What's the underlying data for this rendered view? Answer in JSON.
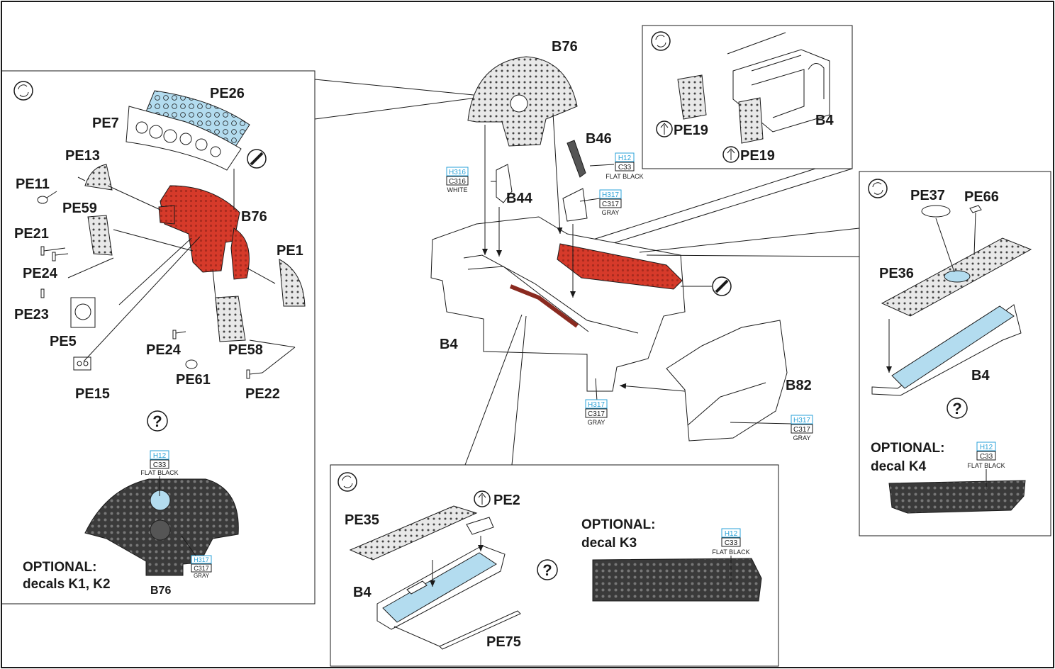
{
  "colors": {
    "red": "#d63a2a",
    "light_blue": "#b3dcef",
    "code_blue": "#2aa2d8",
    "gray_panel": "#3a3a3a",
    "gray_light": "#bdbdbd"
  },
  "icons": [
    "rotate-icon",
    "bend-up-icon",
    "question-icon",
    "glue-icon",
    "arrow-icon"
  ],
  "labels": {
    "b76_top": "B76",
    "b44": "B44",
    "b46": "B46",
    "b4_main": "B4",
    "b82": "B82",
    "pe26": "PE26",
    "pe7": "PE7",
    "pe13": "PE13",
    "pe11": "PE11",
    "pe59": "PE59",
    "pe21": "PE21",
    "b76_left": "B76",
    "pe1": "PE1",
    "pe24_a": "PE24",
    "pe23": "PE23",
    "pe5": "PE5",
    "pe24_b": "PE24",
    "pe58": "PE58",
    "pe61": "PE61",
    "pe15": "PE15",
    "pe22": "PE22",
    "pe19_a": "PE19",
    "pe19_b": "PE19",
    "b4_topright": "B4",
    "pe37": "PE37",
    "pe66": "PE66",
    "pe36": "PE36",
    "b4_right": "B4",
    "pe35": "PE35",
    "pe2": "PE2",
    "b4_bottom": "B4",
    "pe75": "PE75",
    "b76_bottom": "B76"
  },
  "optional": {
    "left_line1": "OPTIONAL:",
    "left_line2": "decals K1, K2",
    "right_line1": "OPTIONAL:",
    "right_line2": "decal K4",
    "bottom_line1": "OPTIONAL:",
    "bottom_line2": "decal K3"
  },
  "question_mark": "?",
  "color_codes": {
    "white": {
      "h": "H316",
      "c": "C316",
      "name": "WHITE"
    },
    "flat_black_b46": {
      "h": "H12",
      "c": "C33",
      "name": "FLAT BLACK"
    },
    "gray_b46": {
      "h": "H317",
      "c": "C317",
      "name": "GRAY"
    },
    "gray_b4": {
      "h": "H317",
      "c": "C317",
      "name": "GRAY"
    },
    "gray_b82": {
      "h": "H317",
      "c": "C317",
      "name": "GRAY"
    },
    "flat_black_left": {
      "h": "H12",
      "c": "C33",
      "name": "FLAT BLACK"
    },
    "gray_left": {
      "h": "H317",
      "c": "C317",
      "name": "GRAY"
    },
    "flat_black_right": {
      "h": "H12",
      "c": "C33",
      "name": "FLAT BLACK"
    },
    "flat_black_bottom": {
      "h": "H12",
      "c": "C33",
      "name": "FLAT BLACK"
    }
  }
}
